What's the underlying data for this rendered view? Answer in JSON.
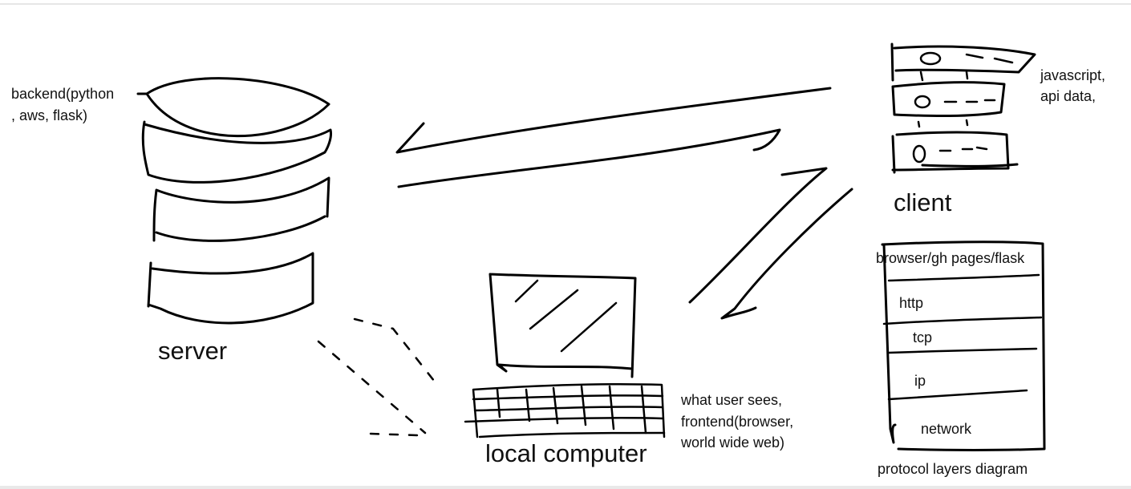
{
  "labels": {
    "backend_line1": "backend(python",
    "backend_line2": ", aws, flask)",
    "server": "server",
    "client": "client",
    "client_line1": "javascript,",
    "client_line2": "api data,",
    "local_computer": "local computer",
    "frontend_line1": "what user sees,",
    "frontend_line2": "frontend(browser,",
    "frontend_line3": "world wide web)"
  },
  "protocol_layers": {
    "caption": "protocol layers diagram",
    "layers": [
      "browser/gh pages/flask",
      "http",
      "tcp",
      "ip",
      "network"
    ]
  },
  "colors": {
    "ink": "#000000",
    "background": "#ffffff"
  }
}
